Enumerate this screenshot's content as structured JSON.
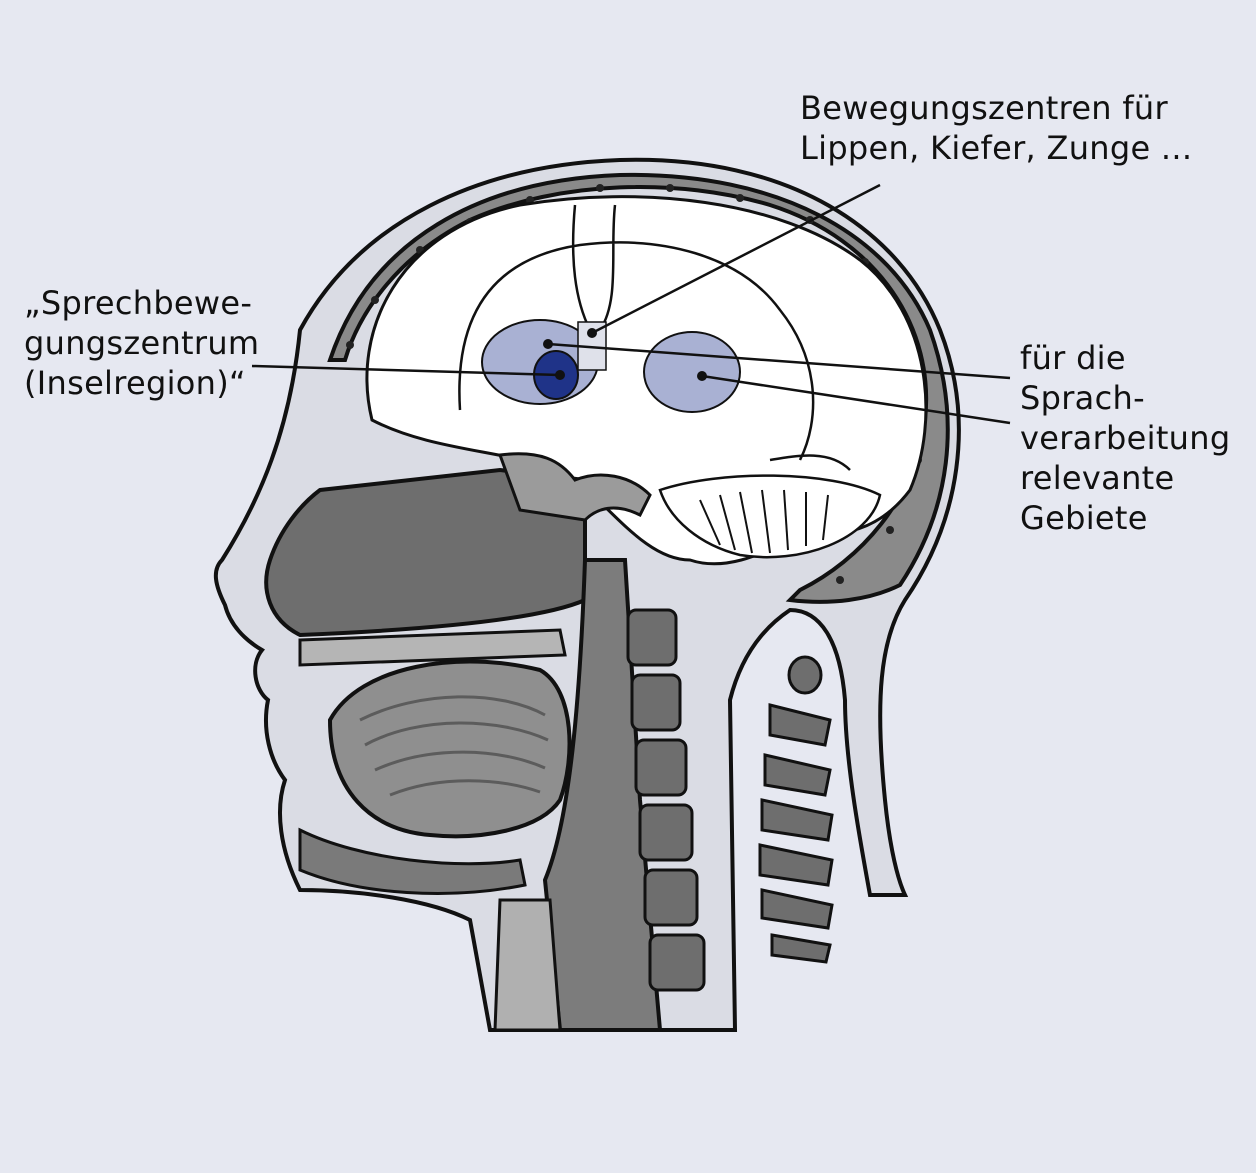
{
  "labels": {
    "movement_centers": [
      "Bewegungszentren  für",
      "Lippen, Kiefer, Zunge ..."
    ],
    "speech_motor_center": [
      "„Sprechbewe-",
      "gungszentrum",
      "(Inselregion)“"
    ],
    "language_areas": [
      "für die",
      "Sprach-",
      "verarbeitung",
      "relevante",
      "Gebiete"
    ]
  },
  "colors": {
    "background": "#e6e8f1",
    "region_fill": "#a9b1d3",
    "insula_fill": "#1f3388",
    "bone_fill": "#6e6e6e",
    "tissue_fill": "#9b9b9b",
    "outline": "#111111"
  }
}
